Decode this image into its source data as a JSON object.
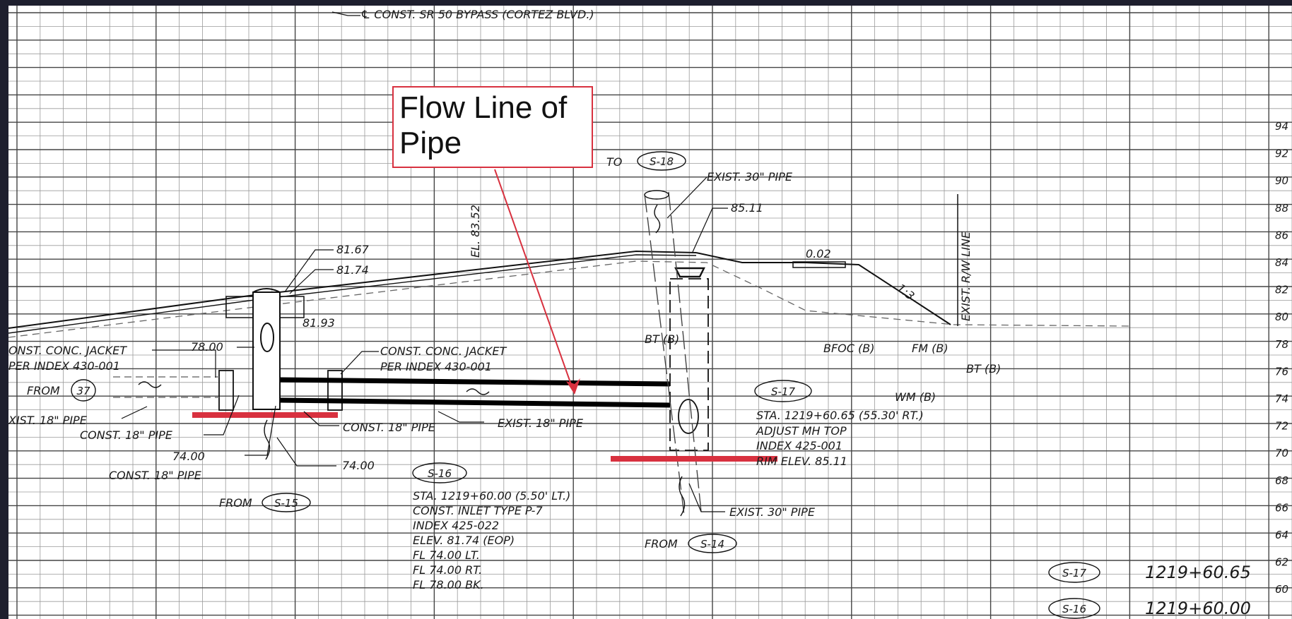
{
  "viewer": {
    "background_color": "#1e1f2e",
    "sheet_color": "#ffffff",
    "grid_color": "#3a3a3a",
    "markup_color": "#d8313f"
  },
  "callout": {
    "text": "Flow Line of\nPipe"
  },
  "labels": {
    "centerline": "℄ CONST. SR 50 BYPASS (CORTEZ BLVD.)",
    "to": "TO",
    "exist_30_pipe_top": "EXIST. 30\" PIPE",
    "elev_8511_top": "85.11",
    "el_8352": "EL. 83.52",
    "exist_rw_line": "EXIST. R/W LINE",
    "elev_8167": "81.67",
    "elev_8174": "81.74",
    "slope_002": "0.02",
    "slope_13": "1:3",
    "elev_8193": "81.93",
    "elev_7800": "78.00",
    "jacket_left_1": "ONST. CONC. JACKET",
    "jacket_left_2": "PER INDEX 430-001",
    "jacket_right_1": "CONST. CONC. JACKET",
    "jacket_right_2": "PER INDEX 430-001",
    "bt_b_left": "BT (B)",
    "bfoc": "BFOC (B)",
    "fm_b": "FM (B)",
    "bt_b_right": "BT (B)",
    "from": "FROM",
    "from_37": "FROM",
    "exist_18_pipe_left": "XIST. 18\" PIPE",
    "const_18_pipe_1": "CONST. 18\" PIPE",
    "const_18_pipe_mid": "CONST. 18\" PIPE",
    "exist_18_pipe_mid": "EXIST. 18\" PIPE",
    "wm_b": "WM (B)",
    "elev_7400_left": "74.00",
    "elev_7400_right": "74.00",
    "const_18_pipe_3": "CONST. 18\" PIPE",
    "exist_30_pipe_bottom": "EXIST. 30\" PIPE",
    "from_s15": "FROM",
    "from_s14": "FROM"
  },
  "structures": {
    "s37": "37",
    "s18": "S-18",
    "s15": "S-15",
    "s14": "S-14",
    "s16": "S-16",
    "s17": "S-17"
  },
  "notes_s17": [
    "STA. 1219+60.65 (55.30' RT.)",
    "ADJUST MH TOP",
    "INDEX 425-001",
    "RIM ELEV. 85.11"
  ],
  "notes_s16": [
    "STA. 1219+60.00 (5.50' LT.)",
    "CONST. INLET TYPE P-7",
    "INDEX 425-022",
    "ELEV. 81.74 (EOP)",
    "FL 74.00 LT.",
    "FL 74.00 RT.",
    "FL 78.00 BK."
  ],
  "elevation_scale": [
    "94",
    "92",
    "90",
    "88",
    "86",
    "84",
    "82",
    "80",
    "78",
    "76",
    "74",
    "72",
    "70",
    "68",
    "66",
    "64",
    "62",
    "60"
  ],
  "station_table": [
    {
      "id": "S-17",
      "station": "1219+60.65"
    },
    {
      "id": "S-16",
      "station": "1219+60.00"
    }
  ]
}
